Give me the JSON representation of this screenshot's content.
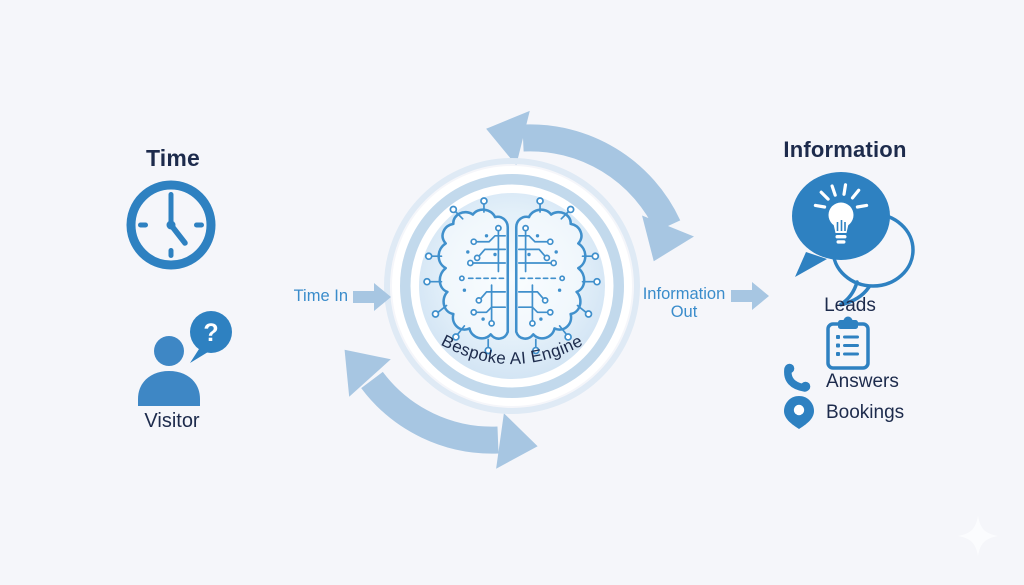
{
  "colors": {
    "background": "#f5f6fa",
    "navy_text": "#1d2b4c",
    "blue_text": "#3a8ccb",
    "icon_blue": "#2e81c1",
    "person_blue": "#3e87c5",
    "flow_arrow": "#a7c6e2",
    "ring_blue": "#c2d9ec",
    "brain_stroke": "#4090cc",
    "core_fill_center": "#f4fafe",
    "core_fill_edge": "#cfe2f3"
  },
  "left_panel": {
    "time_label": "Time",
    "time_icon": "clock-icon",
    "visitor_label": "Visitor",
    "visitor_icon": "person-question-icon",
    "question_mark": "?"
  },
  "center": {
    "engine_label": "Bespoke AI Engine",
    "engine_icon": "circuit-brain-icon",
    "time_in_label": "Time In",
    "information_out_line1": "Information",
    "information_out_line2": "Out",
    "cycle_arrow_icons": [
      "cycle-arrow-top",
      "cycle-arrow-bottom"
    ]
  },
  "right_panel": {
    "heading": "Information",
    "heading_icon": "speech-bubble-lightbulb-icon",
    "list_icon": "clipboard-checklist-icon",
    "items": [
      {
        "label": "Leads"
      },
      {
        "label": "Answers",
        "icon": "phone-icon"
      },
      {
        "label": "Bookings",
        "icon": "location-pin-icon"
      }
    ]
  },
  "decor": {
    "sparkle": "sparkle-icon"
  }
}
